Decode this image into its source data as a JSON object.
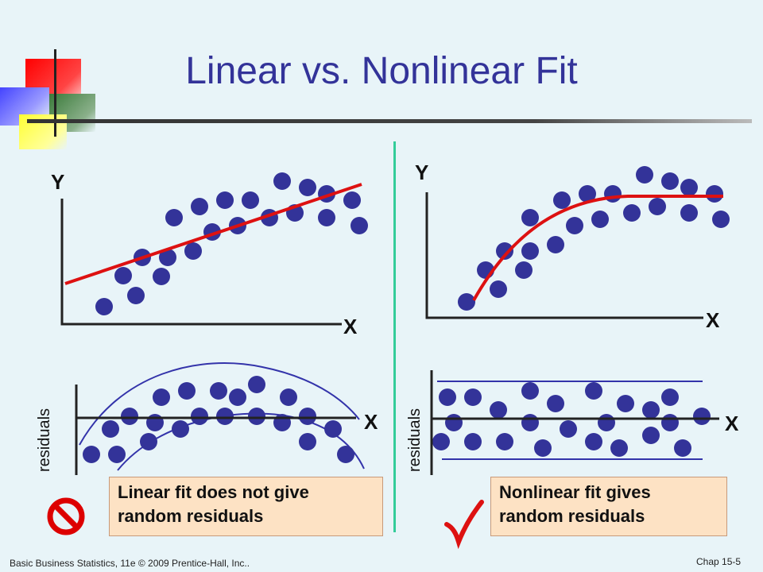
{
  "title": "Linear vs. Nonlinear Fit",
  "left": {
    "y_label": "Y",
    "x_label": "X",
    "residual_x_label": "X",
    "residual_y_label": "residuals",
    "note": [
      "Linear fit does not give",
      "random residuals"
    ]
  },
  "right": {
    "y_label": "Y",
    "x_label": "X",
    "residual_x_label": "X",
    "residual_y_label": "residuals",
    "note": [
      "Nonlinear fit gives",
      "random residuals"
    ]
  },
  "footer": {
    "left": "Basic Business Statistics, 11e © 2009 Prentice-Hall, Inc..",
    "right": "Chap 15-5"
  },
  "colors": {
    "title": "#333399",
    "point": "#333399",
    "fit": "#dd1111",
    "band": "#3333aa",
    "divider": "#33cc99",
    "note_bg": "#fde2c4"
  },
  "icons": [
    "no-sign-icon",
    "check-mark-icon"
  ]
}
